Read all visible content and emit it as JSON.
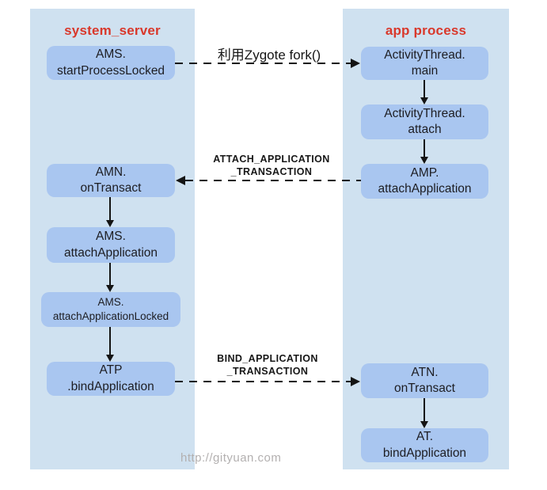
{
  "lanes": {
    "left": {
      "title": "system_server",
      "boxes": [
        "AMS.\nstartProcessLocked",
        "AMN.\nonTransact",
        "AMS.\nattachApplication",
        "AMS.\nattachApplicationLocked",
        "ATP\n.bindApplication"
      ]
    },
    "right": {
      "title": "app process",
      "boxes": [
        "ActivityThread.\nmain",
        "ActivityThread.\nattach",
        "AMP.\nattachApplication",
        "ATN.\nonTransact",
        "AT.\nbindApplication"
      ]
    }
  },
  "cross_arrows": [
    {
      "label": "利用Zygote fork()",
      "direction": "left-to-right"
    },
    {
      "label": "ATTACH_APPLICATION\n_TRANSACTION",
      "direction": "right-to-left"
    },
    {
      "label": "BIND_APPLICATION\n_TRANSACTION",
      "direction": "left-to-right"
    }
  ],
  "watermark": "http://gityuan.com",
  "colors": {
    "lane_bg": "#cfe1f0",
    "node_bg": "#a9c6f0",
    "lane_title_red": "#d9382b",
    "arrow_black": "#141414",
    "watermark_gray": "#b3b0b0"
  }
}
